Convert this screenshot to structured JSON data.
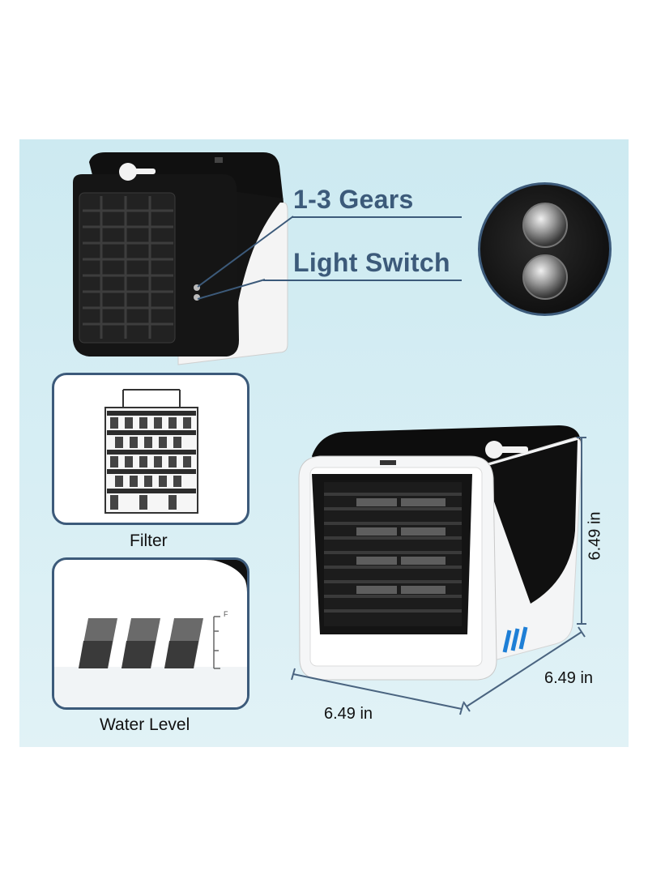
{
  "callouts": {
    "gears_label": "1-3 Gears",
    "light_switch_label": "Light Switch"
  },
  "features": {
    "filter_caption": "Filter",
    "water_level_caption": "Water Level",
    "water_gauge_mark": "F"
  },
  "dimensions": {
    "height": "6.49 in",
    "depth": "6.49 in",
    "width": "6.49 in"
  },
  "colors": {
    "accent": "#3c5a7a",
    "background": "#d3ecf2",
    "device_black": "#111111"
  }
}
